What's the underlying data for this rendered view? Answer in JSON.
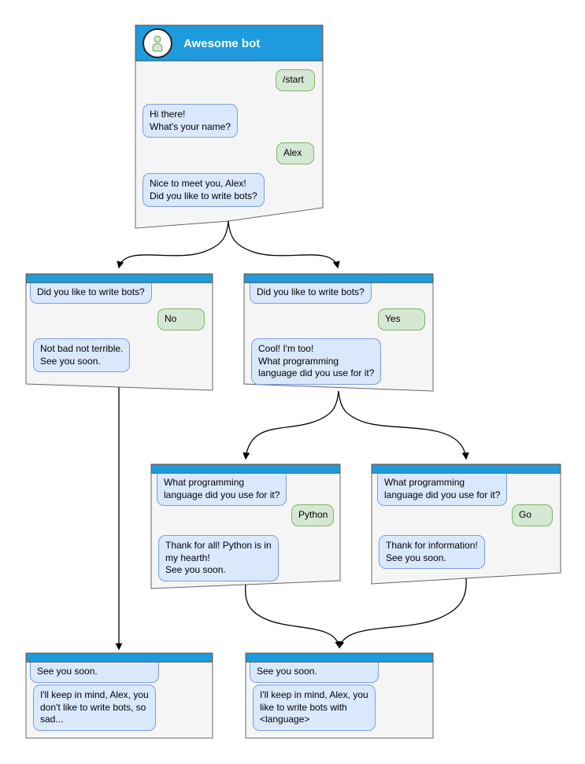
{
  "colors": {
    "header_blue": "#1E9BDC",
    "window_bg": "#F5F5F5",
    "window_border": "#666666",
    "bot_bubble_fill": "#DAE8FC",
    "bot_bubble_border": "#7D9EDC",
    "user_bubble_fill": "#D5E8D4",
    "user_bubble_border": "#82B366",
    "arrow_color": "#000000",
    "title_text": "#FFFFFF",
    "message_text": "#000000"
  },
  "windows": [
    {
      "id": "awesome-bot",
      "title": "Awesome bot",
      "avatar_icon": "bot-person-icon",
      "messages": [
        {
          "from": "user",
          "text": "/start"
        },
        {
          "from": "bot",
          "text": "Hi there!\nWhat's your name?"
        },
        {
          "from": "user",
          "text": "Alex"
        },
        {
          "from": "bot",
          "text": "Nice to meet you, Alex!\nDid you like to write bots?"
        }
      ]
    },
    {
      "id": "branch-no",
      "messages": [
        {
          "from": "bot",
          "text": "Did you like to write bots?"
        },
        {
          "from": "user",
          "text": "No"
        },
        {
          "from": "bot",
          "text": "Not bad not terrible.\nSee you soon."
        }
      ]
    },
    {
      "id": "branch-yes",
      "messages": [
        {
          "from": "bot",
          "text": "Did you like to write bots?"
        },
        {
          "from": "user",
          "text": "Yes"
        },
        {
          "from": "bot",
          "text": "Cool! I'm too!\nWhat programming\nlanguage did you use for it?"
        }
      ]
    },
    {
      "id": "branch-python",
      "messages": [
        {
          "from": "bot",
          "text": "What programming\nlanguage did you use for it?"
        },
        {
          "from": "user",
          "text": "Python"
        },
        {
          "from": "bot",
          "text": "Thank for all! Python is in\nmy hearth!\nSee you soon."
        }
      ]
    },
    {
      "id": "branch-go",
      "messages": [
        {
          "from": "bot",
          "text": "What programming\nlanguage did you use for it?"
        },
        {
          "from": "user",
          "text": "Go"
        },
        {
          "from": "bot",
          "text": "Thank for information!\nSee you soon."
        }
      ]
    },
    {
      "id": "end-no",
      "messages": [
        {
          "from": "bot",
          "text": "See you soon."
        },
        {
          "from": "bot",
          "text": "I'll keep in mind, Alex, you\ndon't like to write bots, so\nsad..."
        }
      ]
    },
    {
      "id": "end-yes",
      "messages": [
        {
          "from": "bot",
          "text": "See you soon."
        },
        {
          "from": "bot",
          "text": "I'll keep in mind, Alex, you\nlike to write bots with\n<language>"
        }
      ]
    }
  ],
  "edges": [
    {
      "from": "awesome-bot",
      "to": "branch-no"
    },
    {
      "from": "awesome-bot",
      "to": "branch-yes"
    },
    {
      "from": "branch-yes",
      "to": "branch-python"
    },
    {
      "from": "branch-yes",
      "to": "branch-go"
    },
    {
      "from": "branch-no",
      "to": "end-no"
    },
    {
      "from": "branch-python",
      "to": "end-yes"
    },
    {
      "from": "branch-go",
      "to": "end-yes"
    }
  ]
}
